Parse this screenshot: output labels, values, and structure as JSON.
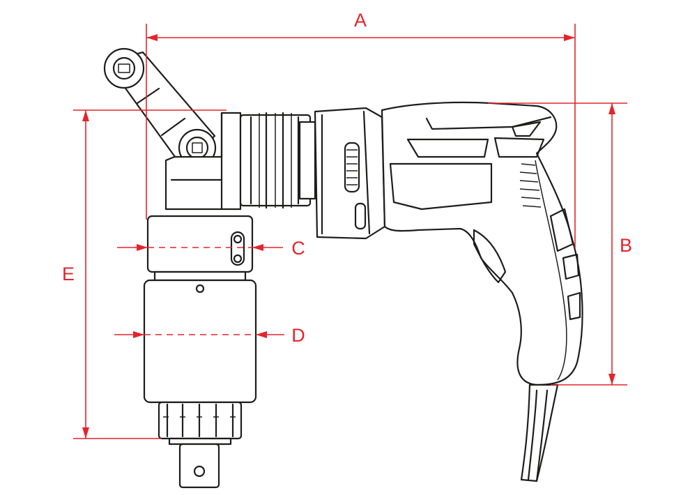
{
  "dimension_labels": {
    "a": "A",
    "b": "B",
    "c": "C",
    "d": "D",
    "e": "E"
  },
  "colors": {
    "dimension": "#e3242b",
    "outline": "#1d1d1b",
    "background": "#ffffff"
  }
}
